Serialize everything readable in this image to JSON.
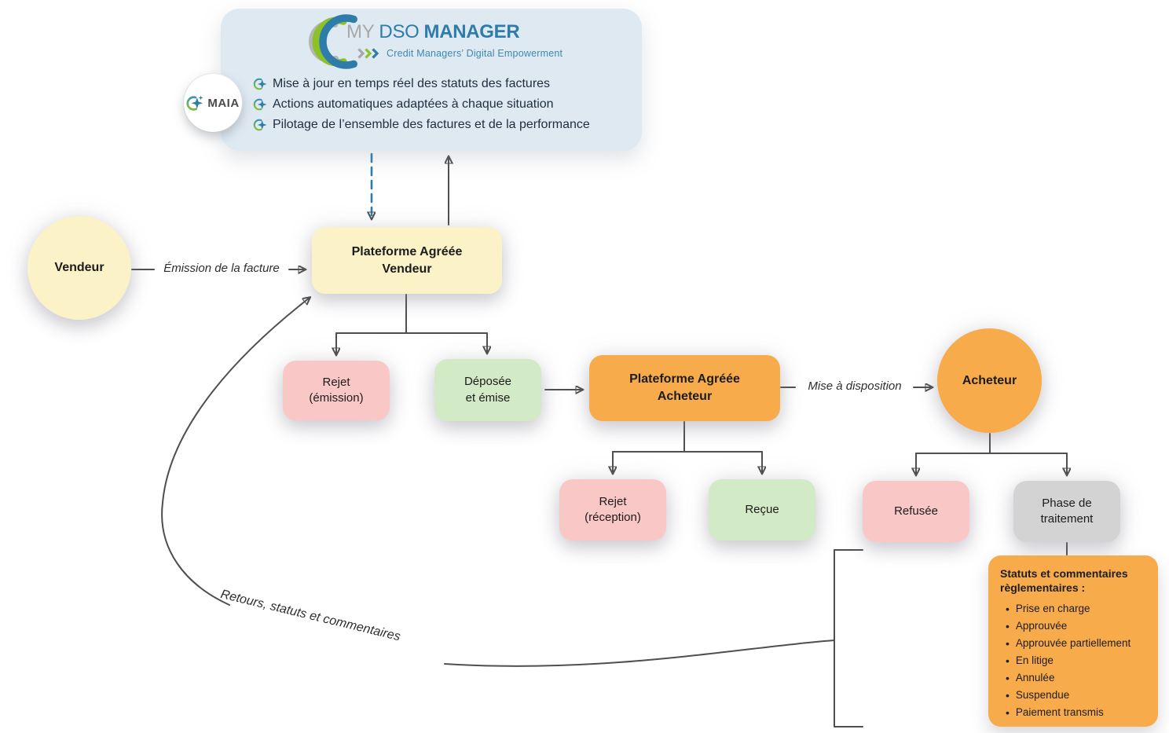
{
  "panel": {
    "logo": {
      "my": "MY",
      "dso": "DSO",
      "manager": "MANAGER",
      "tagline": "Credit Managers’ Digital Empowerment"
    },
    "bullets": [
      "Mise à jour en temps réel des statuts des factures",
      "Actions automatiques adaptées à chaque situation",
      "Pilotage de l’ensemble des factures et de la performance"
    ]
  },
  "maia": {
    "label": "MAIA"
  },
  "nodes": {
    "vendeur": {
      "label": "Vendeur"
    },
    "plateforme_vendeur": {
      "label": "Plateforme Agréée\nVendeur"
    },
    "rejet_emission": {
      "label": "Rejet\n(émission)"
    },
    "deposee_emise": {
      "label": "Déposée\net émise"
    },
    "plateforme_acheteur": {
      "label": "Plateforme Agréée\nAcheteur"
    },
    "acheteur": {
      "label": "Acheteur"
    },
    "rejet_reception": {
      "label": "Rejet\n(réception)"
    },
    "recue": {
      "label": "Reçue"
    },
    "refusee": {
      "label": "Refusée"
    },
    "phase_traitement": {
      "label": "Phase de\ntraitement"
    }
  },
  "statuts": {
    "title": "Statuts et commentaires\nrèglementaires :",
    "items": [
      "Prise en charge",
      "Approuvée",
      "Approuvée partiellement",
      "En litige",
      "Annulée",
      "Suspendue",
      "Paiement transmis"
    ]
  },
  "edges": {
    "emission": "Émission de la facture",
    "mise_a_disposition": "Mise à disposition",
    "retours": "Retours, statuts et commentaires"
  },
  "colors": {
    "panel_bg": "#dfe9f2",
    "yellow": "#fcf2c8",
    "pink": "#f9c7c5",
    "green": "#d2eac6",
    "orange": "#f7ab4b",
    "gray": "#d3d3d3",
    "line": "#4f4f4f",
    "dashed_arrow_blue": "#2a7fa9",
    "brand_blue": "#2e7ca9",
    "brand_green": "#8cc227",
    "brand_gray": "#b5b5b5",
    "tagline_teal": "#3d89ae"
  }
}
